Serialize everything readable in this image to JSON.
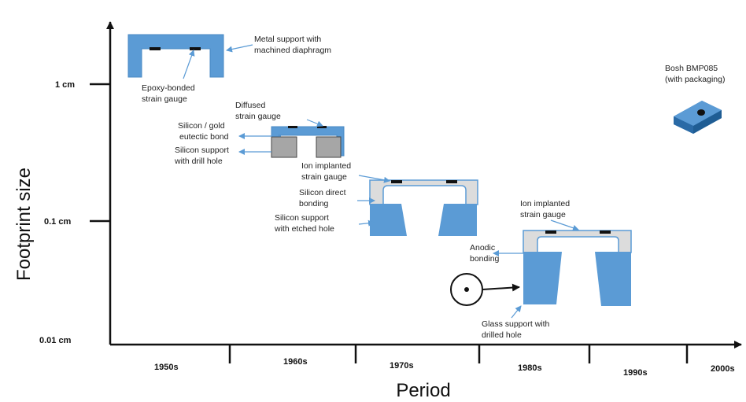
{
  "axes": {
    "y_title": "Footprint size",
    "x_title": "Period",
    "y_ticks": [
      "1 cm",
      "0.1 cm",
      "0.01 cm"
    ],
    "x_ticks": [
      "1950s",
      "1960s",
      "1970s",
      "1980s",
      "1990s",
      "2000s"
    ]
  },
  "colors": {
    "blue": "#5b9bd5",
    "blue_dark": "#2e75b6",
    "gray": "#b0b0b0",
    "gray_light": "#d9d9d9",
    "arrow": "#5b9bd5"
  },
  "labels": {
    "metal_support": [
      "Metal support with",
      "machined diaphragm"
    ],
    "epoxy": [
      "Epoxy-bonded",
      "strain gauge"
    ],
    "diffused": [
      "Diffused",
      "strain gauge"
    ],
    "eutectic": [
      "Silicon / gold",
      "eutectic bond"
    ],
    "drill_hole": [
      "Silicon support",
      "with drill hole"
    ],
    "ion1": [
      "Ion implanted",
      "strain gauge"
    ],
    "direct_bond": [
      "Silicon direct",
      "bonding"
    ],
    "etched_hole": [
      "Silicon support",
      "with etched hole"
    ],
    "ion2": [
      "Ion implanted",
      "strain gauge"
    ],
    "anodic": [
      "Anodic",
      "bonding"
    ],
    "glass": [
      "Glass support with",
      "drilled hole"
    ],
    "bosh": [
      "Bosh BMP085",
      "(with packaging)"
    ]
  }
}
